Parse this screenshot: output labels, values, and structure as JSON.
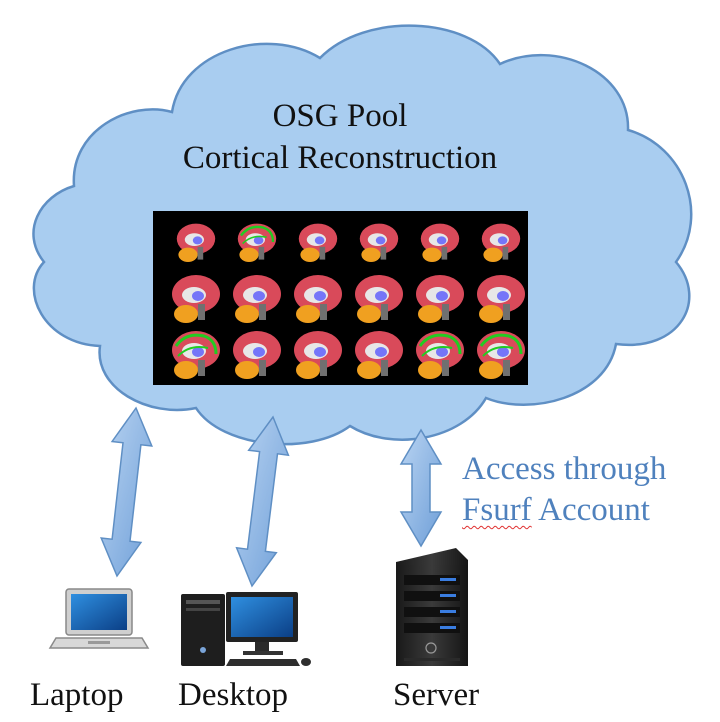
{
  "cloud": {
    "title_line1": "OSG Pool",
    "title_line2": "Cortical Reconstruction",
    "fill": "#a9cdf0",
    "stroke": "#5f8fc4"
  },
  "brain_grid": {
    "rows": 3,
    "cols": 6,
    "background": "#000000",
    "colors": {
      "cortex": "#d94a5a",
      "white_matter": "#e7e7e7",
      "cerebellum": "#f0a020",
      "brainstem": "#707070",
      "highlight_green": "#22cc22",
      "highlight_blue": "#4444ff"
    }
  },
  "access_note": {
    "line1": "Access through",
    "line2_word": "Fsurf",
    "line2_rest": " Account",
    "color": "#4f81bd"
  },
  "arrows": {
    "fill": "#8fb6e3",
    "stroke": "#5f8fc4"
  },
  "devices": {
    "laptop": {
      "label": "Laptop",
      "icon": "laptop-icon"
    },
    "desktop": {
      "label": "Desktop",
      "icon": "desktop-computer-icon"
    },
    "server": {
      "label": "Server",
      "icon": "server-icon"
    }
  }
}
